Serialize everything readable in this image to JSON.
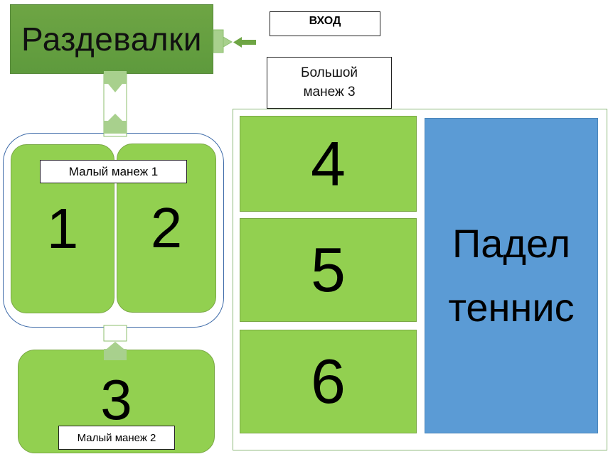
{
  "locker_room": {
    "label": "Раздевалки"
  },
  "entrance": {
    "label": "ВХОД"
  },
  "big_hall": {
    "label_line1": "Большой",
    "label_line2": "манеж 3"
  },
  "small_hall_1": {
    "label": "Малый манеж 1"
  },
  "small_hall_2": {
    "label": "Малый манеж 2"
  },
  "courts": {
    "c1": "1",
    "c2": "2",
    "c3": "3",
    "c4": "4",
    "c5": "5",
    "c6": "6"
  },
  "padel": {
    "line1": "Падел",
    "line2": "теннис"
  },
  "colors": {
    "locker_green": "#6ea544",
    "court_green": "#92d050",
    "padel_blue": "#5b9bd5",
    "hall_border_blue": "#3d6aa8",
    "connector_green": "#a8d08d"
  }
}
